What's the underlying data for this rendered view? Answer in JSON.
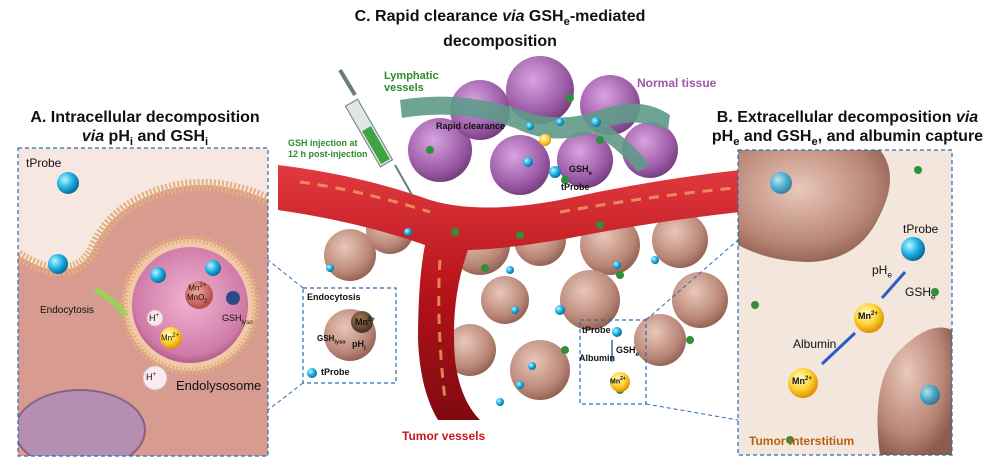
{
  "titles": {
    "c_line1_pre": "C. Rapid clearance ",
    "c_line1_via": "via",
    "c_line1_post": " GSH",
    "c_line1_sub": "e",
    "c_line1_end": "-mediated",
    "c_line2": "decomposition",
    "a_line1": "A. Intracellular decomposition",
    "a_line2_via": "via",
    "a_line2_mid": " pH",
    "a_line2_sub1": "i",
    "a_line2_and": " and GSH",
    "a_line2_sub2": "i",
    "b_line1_pre": "B. Extracellular decomposition ",
    "b_line1_via": "via",
    "b_line2_ph": "pH",
    "b_line2_sub1": "e",
    "b_line2_and": " and GSH",
    "b_line2_sub2": "e",
    "b_line2_end": ", and albumin capture"
  },
  "center": {
    "lymphatic_1": "Lymphatic",
    "lymphatic_2": "vessels",
    "normal_tissue": "Normal tissue",
    "rapid_clearance": "Rapid clearance",
    "gsh_injection_1": "GSH injection at",
    "gsh_injection_2": "12 h post-injection",
    "gshe": "GSH",
    "gshe_sub": "e",
    "tprobe": "tProbe",
    "tumor_vessels": "Tumor vessels",
    "endocytosis": "Endocytosis",
    "mn": "Mn",
    "mn_sup": "2+",
    "gsh_lyso": "GSH",
    "gsh_lyso_sub": "lyso",
    "ph_i": "pH",
    "ph_i_sub": "i",
    "tprobe2": "tProbe",
    "inset_tprobe": "tProbe",
    "inset_albumin": "Albumin",
    "inset_gshe": "GSH",
    "inset_gshe_sub": "e",
    "inset_mn": "Mn",
    "inset_mn_sup": "2+"
  },
  "panel_a": {
    "tprobe": "tProbe",
    "endocytosis": "Endocytosis",
    "mn": "Mn",
    "mn_sup": "2+",
    "mno2": "MnO",
    "mno2_sub": "2",
    "hplus": "H",
    "hplus_sup": "+",
    "gsh_lyso": "GSH",
    "gsh_lyso_sub": "lyso",
    "endolysosome": "Endolysosome"
  },
  "panel_b": {
    "tprobe": "tProbe",
    "phe": "pH",
    "phe_sub": "e",
    "gshe": "GSH",
    "gshe_sub": "e",
    "mn": "Mn",
    "mn_sup": "2+",
    "albumin": "Albumin",
    "interstitium": "Tumor interstitium"
  },
  "colors": {
    "vessel": "#c8161d",
    "lymph": "#5f9a8a",
    "tissue": "#9b5aa6",
    "tumor": "#c79a8b",
    "green_label": "#2e8b2e",
    "cell_bg": "#d99a90",
    "interstitium": "#f3e6dc",
    "dashed": "#2b6cb0",
    "orange_text": "#b8620f"
  }
}
